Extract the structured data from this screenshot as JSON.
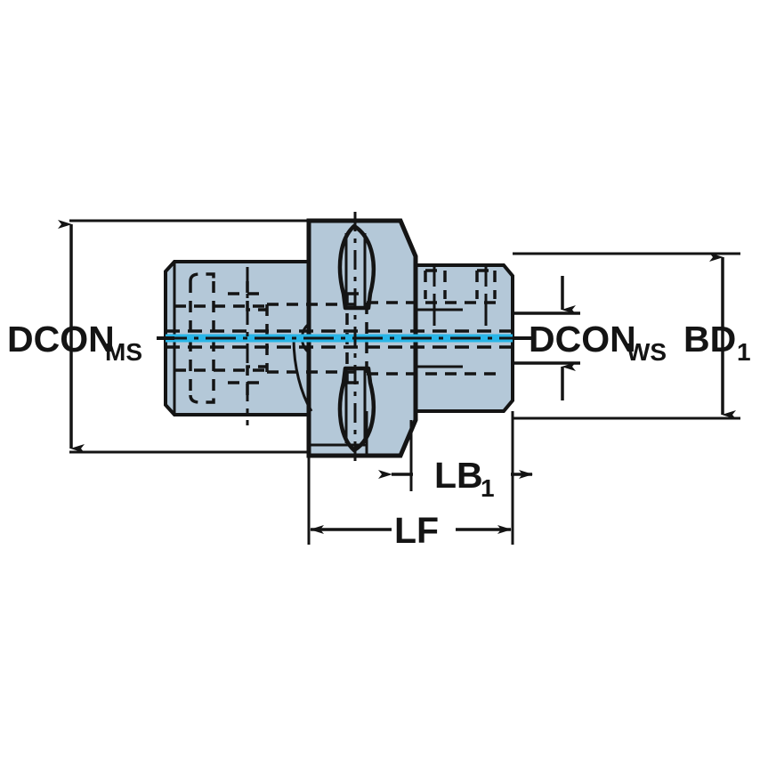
{
  "drawing": {
    "type": "engineering-dimension-drawing",
    "subject": "Coromant Capto to Coromant Capto adaptor / tool holder cross-section",
    "view": "side section view",
    "background_color": "#ffffff",
    "body_fill_color": "#b4c8d8",
    "outline_color": "#141414",
    "centerline_color": "#29b6e8",
    "hidden_line_style": "dashed",
    "labels": [
      {
        "id": "dcon-ms",
        "main": "DCON",
        "sub": "MS",
        "meaning": "Connection diameter, machine side",
        "dimension_type": "vertical-outside",
        "position": "left"
      },
      {
        "id": "dcon-ws",
        "main": "DCON",
        "sub": "WS",
        "meaning": "Connection diameter, workpiece side",
        "dimension_type": "vertical-inside",
        "position": "center-right"
      },
      {
        "id": "bd1",
        "main": "BD",
        "sub": "1",
        "meaning": "Body diameter 1",
        "dimension_type": "vertical-outside",
        "position": "far-right"
      },
      {
        "id": "lb1",
        "main": "LB",
        "sub": "1",
        "meaning": "Body length 1",
        "dimension_type": "horizontal-outside",
        "position": "bottom-right"
      },
      {
        "id": "lf",
        "main": "LF",
        "sub": "",
        "meaning": "Functional length",
        "dimension_type": "horizontal-inside",
        "position": "bottom-center"
      }
    ],
    "features": {
      "left_shank_label": "machine-side tapered polygon shank",
      "flange_label": "central flange with drive slots",
      "right_shank_label": "workpiece-side tapered polygon shank",
      "slot_count": 2,
      "slot_shape": "teardrop"
    }
  }
}
